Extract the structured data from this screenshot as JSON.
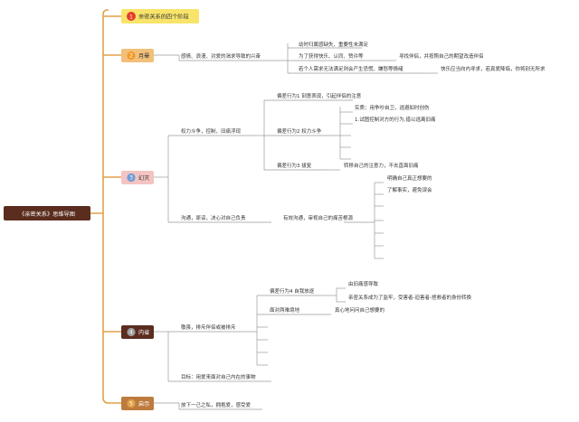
{
  "root": {
    "label": "《亲密关系》思维导图"
  },
  "colors": {
    "root_bg": "#5b2d1e",
    "root_text": "#ffffff",
    "trunk": "#e3a14a",
    "h_bg": "#f8e46a",
    "h_badge": "#e83b2a",
    "b2_bg": "#f2c07a",
    "b2_badge": "#f39a2a",
    "b3_bg": "#f3c4c2",
    "b3_badge": "#6c9bd6",
    "b4_bg": "#5b2d1e",
    "b4_badge": "#9e9e9e",
    "b5_bg": "#bd7b3e",
    "b5_badge": "#e3a14a",
    "line": "#9a9a9a"
  },
  "header": {
    "num": "1",
    "label": "亲密关系的四个阶段"
  },
  "branches": [
    {
      "num": "2",
      "label": "月晕"
    },
    {
      "num": "3",
      "label": "幻灭"
    },
    {
      "num": "4",
      "label": "内省"
    },
    {
      "num": "5",
      "label": "启示"
    }
  ],
  "yueyun": {
    "main": "感情、浪漫、对爱的渴求导致的兴奋",
    "subs": [
      "幼时归属感缺失、重要性未满足",
      "为了获得快乐、认同、赞许等",
      "若个人需求无法满足则会产生恐慌、嫌怒等情绪"
    ],
    "sub2_leaf": "寻找伴侣，并按照自己的期望改造伴侣",
    "sub3_leaf": "快乐应当向内寻求，若真爱降临，你将别无所求"
  },
  "huanmie": {
    "a": "权力斗争，控制，旧痛浮现",
    "a_subs": [
      "偏差行为1 刻意表现，引起伴侣的注意",
      "偏差行为2 权力斗争",
      "偏差行为3 拔复"
    ],
    "a2_leaves": [
      "实质：用争吵自卫，逃避如时创伤",
      "1.试图控制对方的行为,借以逃离旧痛"
    ],
    "a3_leaf": "转移自己的注意力，不去直面旧痛",
    "b": "沟通，原谅，决心对自己负责",
    "b_sub": "有效沟通，审视自己的痛苦根源",
    "b_leaves": [
      "明确自己真正想要的",
      "了解事实，避免误会"
    ]
  },
  "neixing": {
    "a": "敬畏，排斥伴侣或被排斥",
    "a_subs": [
      "偏差行为4 自我放逐",
      "面对两难境地"
    ],
    "a1_leaves": [
      "由旧痛感导致",
      "亲密关系成为了监牢，受害者-迫害者-拯救者的身份转换"
    ],
    "a2_leaf": "真心地问问自己想要的",
    "b": "目标：用爱来面对自己内在的事物"
  },
  "qishi": {
    "a": "放下一己之私，拥抱爱，感受爱"
  }
}
